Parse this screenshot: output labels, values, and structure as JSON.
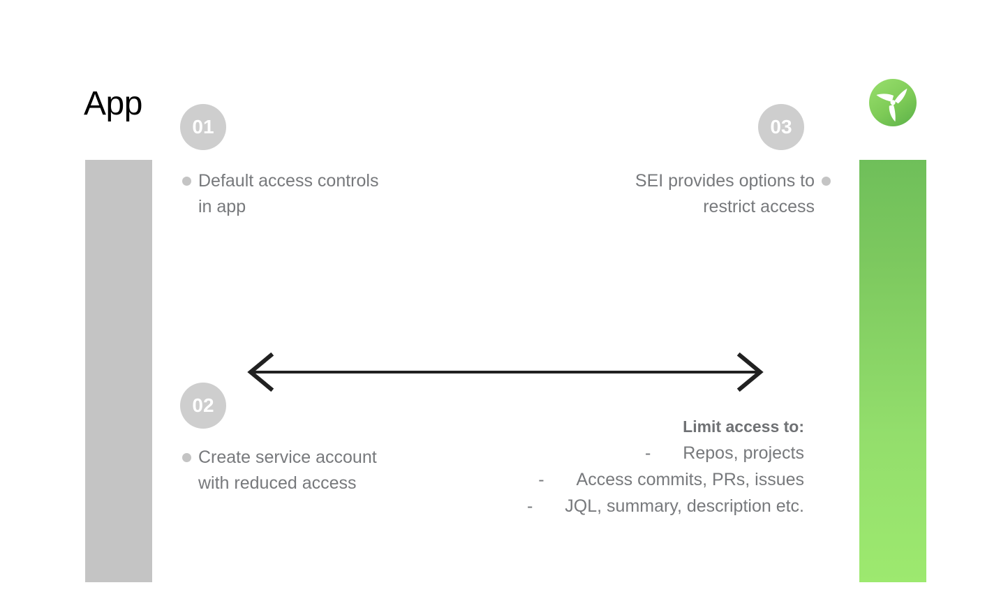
{
  "slide": {
    "title": "App",
    "background_color": "#ffffff"
  },
  "left_bar": {
    "name": "left-gray-bar",
    "color": "#c4c4c4"
  },
  "right_bar": {
    "name": "right-green-bar",
    "gradient_top_color": "#6fbf5a",
    "gradient_bottom_color": "#9de96f"
  },
  "logo": {
    "name": "sei-propeller-logo",
    "circle_color_top": "#8fd964",
    "circle_color_bottom": "#62b94e",
    "blade_color": "#ffffff"
  },
  "steps": [
    {
      "badge": "01",
      "badge_color": "#cecece",
      "bullet_color": "#c4c4c4",
      "text": "Default access controls in app",
      "align": "left"
    },
    {
      "badge": "02",
      "badge_color": "#cecece",
      "bullet_color": "#c4c4c4",
      "text": "Create service account with reduced access",
      "align": "left"
    },
    {
      "badge": "03",
      "badge_color": "#cecece",
      "bullet_color": "#c4c4c4",
      "text": "SEI provides options to restrict access",
      "align": "right"
    }
  ],
  "arrow": {
    "name": "double-headed-arrow",
    "color": "#212121",
    "direction": "both"
  },
  "limit_access": {
    "heading": "Limit access to:",
    "dash": "-",
    "items": [
      "Repos, projects",
      "Access commits, PRs, issues",
      "JQL, summary, description etc."
    ]
  },
  "colors": {
    "text_gray": "#77797c",
    "badge_gray": "#cecece",
    "bar_gray": "#c4c4c4",
    "green": "#7dc95f",
    "black": "#000000"
  }
}
